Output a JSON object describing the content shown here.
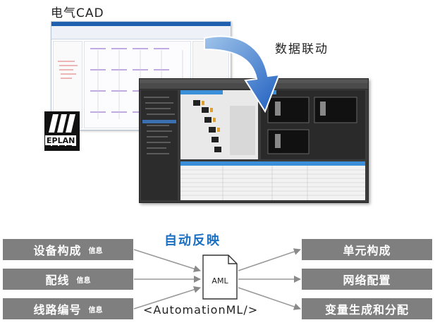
{
  "top_left_label": "电气CAD",
  "data_sync_label": "数据联动",
  "logo": {
    "brand_text": "EPLAN",
    "mark": "EPLAN"
  },
  "auto_reflect_label": "自动反映",
  "aml_icon_text": "AML",
  "aml_caption": "<AutomationML/>",
  "left_boxes": [
    {
      "main": "设备构成",
      "sub": "信息"
    },
    {
      "main": "配线",
      "sub": "信息"
    },
    {
      "main": "线路编号",
      "sub": "信息"
    }
  ],
  "right_boxes": [
    {
      "main": "单元构成"
    },
    {
      "main": "网络配置"
    },
    {
      "main": "变量生成和分配"
    }
  ],
  "colors": {
    "box_gray": "#7f7f7f",
    "accent_blue": "#1b6fc1",
    "arrow_blue": "#1f5fc0",
    "studio_dark": "#3b3b3b"
  }
}
